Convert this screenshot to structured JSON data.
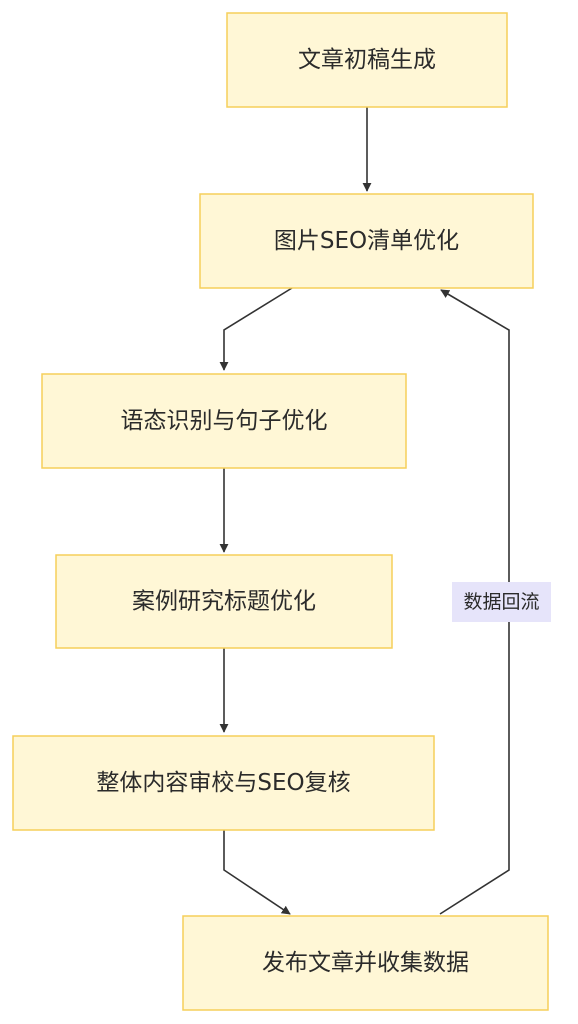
{
  "nodes": {
    "draft": "文章初稿生成",
    "image_seo": "图片SEO清单优化",
    "tone": "语态识别与句子优化",
    "case_study": "案例研究标题优化",
    "review": "整体内容审校与SEO复核",
    "publish": "发布文章并收集数据"
  },
  "edges": {
    "feedback_label": "数据回流"
  },
  "colors": {
    "node_fill": "#fff7d6",
    "node_border": "#f5cf5a",
    "edge": "#333333",
    "edge_label_bg": "#e6e4fa"
  }
}
